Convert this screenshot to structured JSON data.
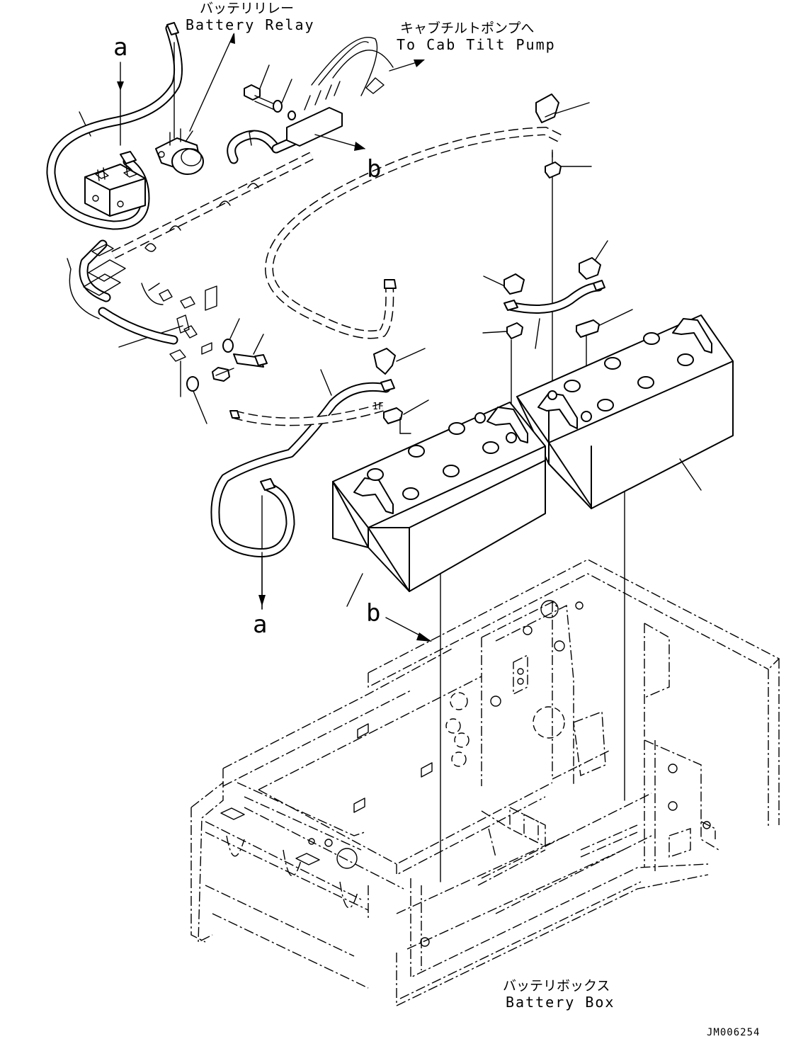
{
  "labels": {
    "battery_relay_jp": "バッテリリレー",
    "battery_relay_en": "Battery Relay",
    "cab_tilt_pump_jp": "キャブチルトポンプへ",
    "cab_tilt_pump_en": "To Cab Tilt Pump",
    "battery_box_jp": "バッテリボックス",
    "battery_box_en": "Battery Box",
    "drawing_number": "JM006254",
    "ref_a_top": "a",
    "ref_a_bottom": "a",
    "ref_b_top": "b",
    "ref_b_bottom": "b",
    "fuse_mark": "1F"
  }
}
